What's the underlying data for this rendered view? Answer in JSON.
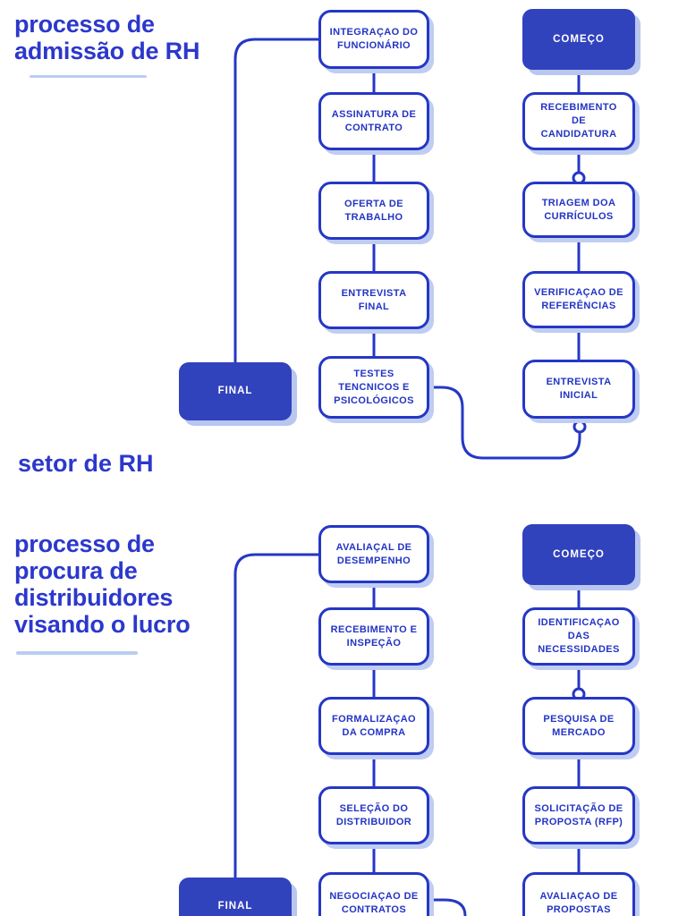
{
  "section_label": "setor de RH",
  "colors": {
    "accent_blue": "#2537c5",
    "fill_blue": "#3142bd",
    "title_blue": "#2c38cb",
    "shadow_blue": "#c0cdf2",
    "underline_blue": "#b9cdf3",
    "background": "#ffffff"
  },
  "flows": [
    {
      "title": "processo de admissão de RH",
      "start_label": "COMEÇO",
      "end_label": "FINAL",
      "right_column": [
        "RECEBIMENTO DE CANDIDATURA",
        "TRIAGEM DOA CURRÍCULOS",
        "VERIFICAÇAO DE REFERÊNCIAS",
        "ENTREVISTA INICIAL"
      ],
      "middle_column": [
        "INTEGRAÇAO DO FUNCIONÁRIO",
        "ASSINATURA DE CONTRATO",
        "OFERTA DE TRABALHO",
        "ENTREVISTA FINAL",
        "TESTES TENCNICOS E PSICOLÓGICOS"
      ]
    },
    {
      "title": "processo de procura de distribuidores visando o lucro",
      "start_label": "COMEÇO",
      "end_label": "FINAL",
      "right_column": [
        "IDENTIFICAÇAO DAS NECESSIDADES",
        "PESQUISA DE MERCADO",
        "SOLICITAÇÃO DE PROPOSTA (RFP)",
        "AVALIAÇAO DE PROPOSTAS"
      ],
      "middle_column": [
        "AVALIAÇAL DE DESEMPENHO",
        "RECEBIMENTO E INSPEÇÃO",
        "FORMALIZAÇAO DA COMPRA",
        "SELEÇÃO DO DISTRIBUIDOR",
        "NEGOCIAÇAO DE CONTRATOS"
      ]
    }
  ]
}
